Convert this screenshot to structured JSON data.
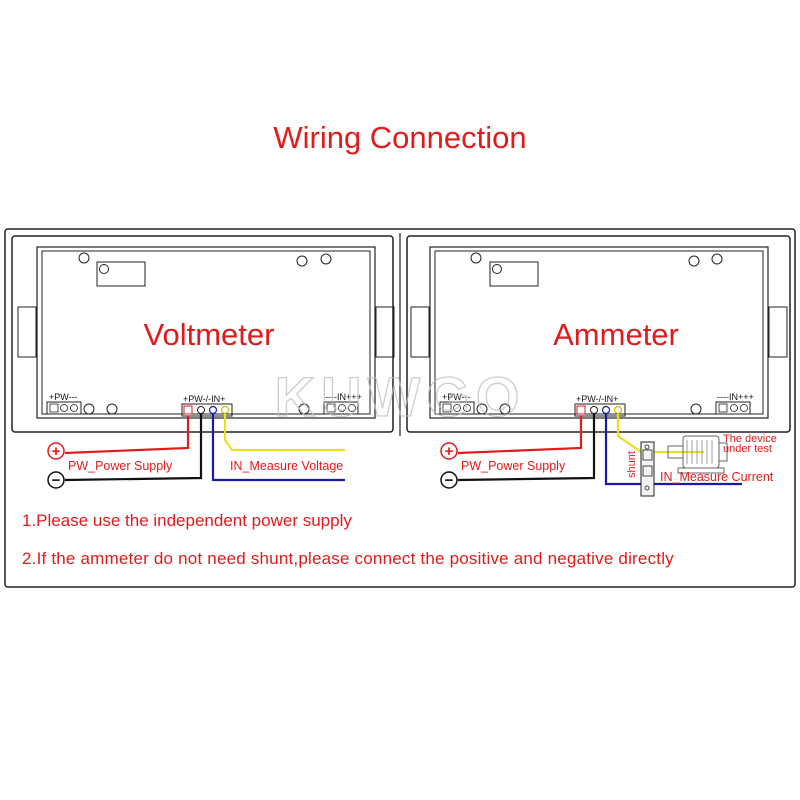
{
  "title": "Wiring Connection",
  "watermark": "KUWGO",
  "panels": {
    "voltmeter": {
      "label": "Voltmeter",
      "left_connector": "+PW---",
      "middle_connector": "+PW-/-IN+",
      "right_connector": "----IN+++",
      "power_wire_label": "PW_Power Supply",
      "measure_wire_label": "IN_Measure Voltage"
    },
    "ammeter": {
      "label": "Ammeter",
      "left_connector": "+PW---",
      "middle_connector": "+PW-/-IN+",
      "right_connector": "----IN+++",
      "power_wire_label": "PW_Power Supply",
      "measure_wire_label": "IN_Measure Current",
      "shunt_label": "shunt",
      "device_label_line1": "The device",
      "device_label_line2": "under test"
    }
  },
  "symbols": {
    "plus": "+",
    "minus": "−"
  },
  "notes": [
    "1.Please use the independent power supply",
    "2.If the ammeter do not need shunt,please connect the positive and negative directly"
  ],
  "colors": {
    "title_red": "#e01b1b",
    "wire_red": "#e01b1b",
    "wire_black": "#111111",
    "wire_blue": "#1a1aa8",
    "wire_yellow": "#e8e020",
    "outline": "#222222"
  }
}
